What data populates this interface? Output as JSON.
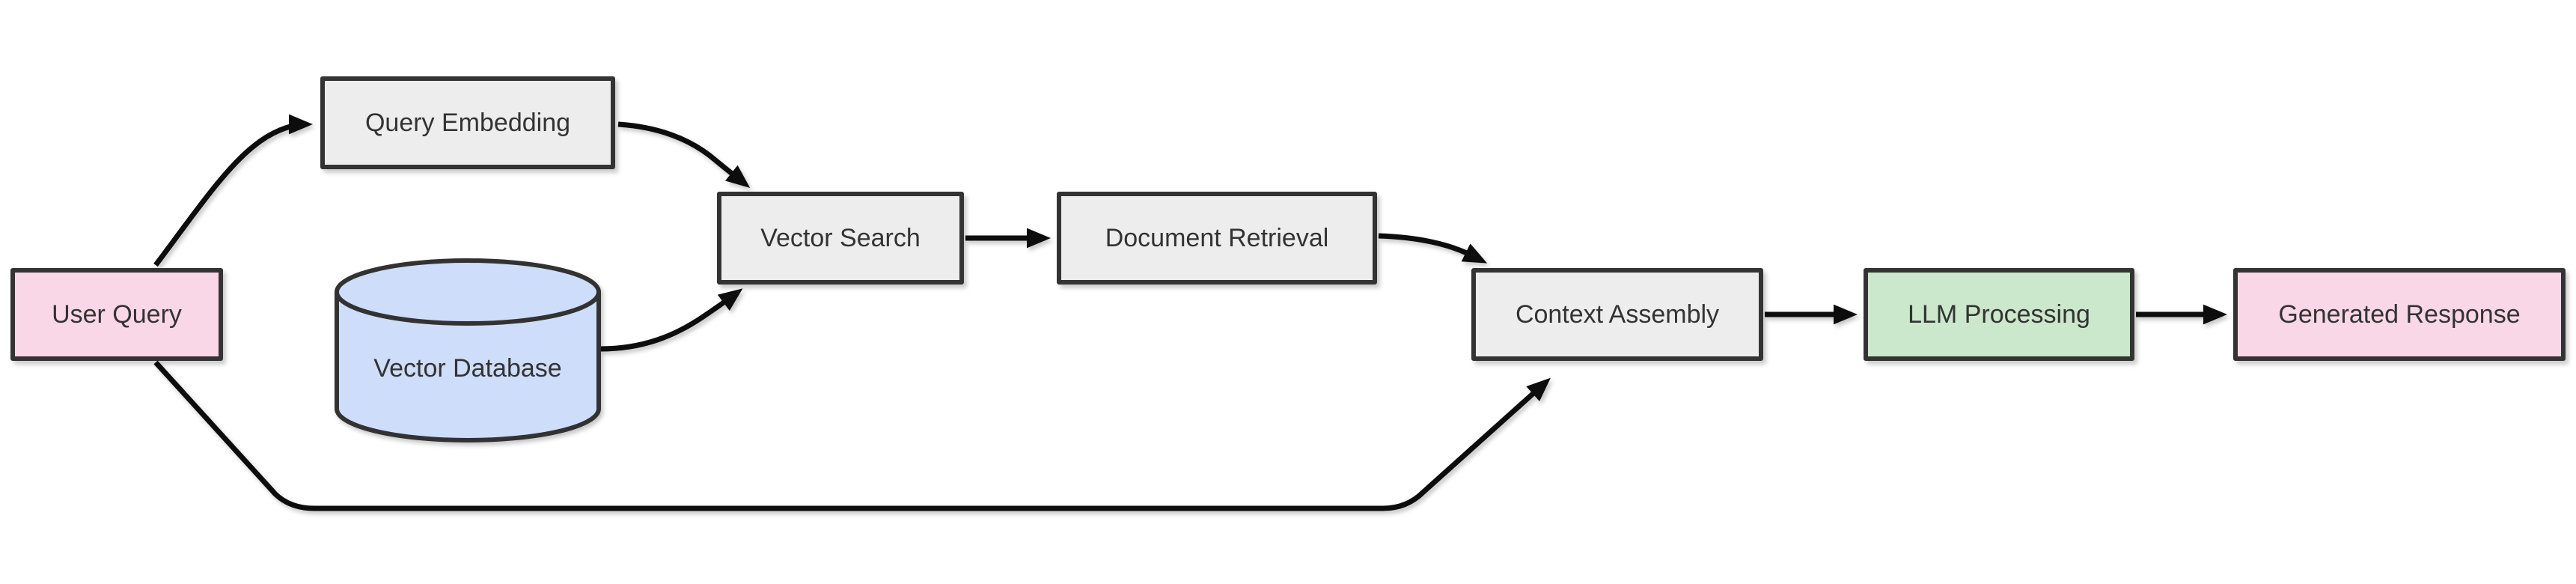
{
  "diagram": {
    "kind": "flowchart",
    "direction": "left-to-right"
  },
  "colors": {
    "background": "#ffffff",
    "node_border": "#333333",
    "edge_line": "#111111",
    "text": "#333333",
    "pink_fill": "#fad7e6",
    "gray_fill": "#ededed",
    "green_fill": "#cbe7cc",
    "blue_fill": "#cdddfa"
  },
  "nodes": [
    {
      "id": "user-query",
      "label": "User Query",
      "shape": "rectangle",
      "fill": "#fad7e6"
    },
    {
      "id": "query-embedding",
      "label": "Query Embedding",
      "shape": "rectangle",
      "fill": "#ededed"
    },
    {
      "id": "vector-database",
      "label": "Vector Database",
      "shape": "cylinder",
      "fill": "#cdddfa"
    },
    {
      "id": "vector-search",
      "label": "Vector Search",
      "shape": "rectangle",
      "fill": "#ededed"
    },
    {
      "id": "document-retrieval",
      "label": "Document Retrieval",
      "shape": "rectangle",
      "fill": "#ededed"
    },
    {
      "id": "context-assembly",
      "label": "Context Assembly",
      "shape": "rectangle",
      "fill": "#ededed"
    },
    {
      "id": "llm-processing",
      "label": "LLM Processing",
      "shape": "rectangle",
      "fill": "#cbe7cc"
    },
    {
      "id": "generated-response",
      "label": "Generated Response",
      "shape": "rectangle",
      "fill": "#fad7e6"
    }
  ],
  "edges": [
    {
      "from": "user-query",
      "to": "query-embedding"
    },
    {
      "from": "query-embedding",
      "to": "vector-search"
    },
    {
      "from": "vector-database",
      "to": "vector-search"
    },
    {
      "from": "vector-search",
      "to": "document-retrieval"
    },
    {
      "from": "document-retrieval",
      "to": "context-assembly"
    },
    {
      "from": "context-assembly",
      "to": "llm-processing"
    },
    {
      "from": "llm-processing",
      "to": "generated-response"
    },
    {
      "from": "user-query",
      "to": "context-assembly"
    }
  ]
}
